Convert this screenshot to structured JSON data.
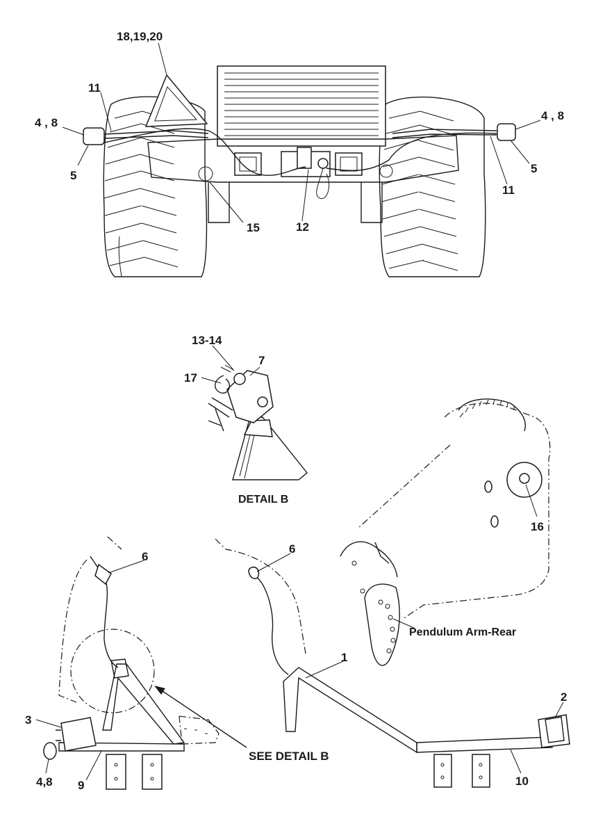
{
  "callouts": {
    "c_18_19_20": "18,19,20",
    "c_11_left": "11",
    "c_4_8_left": "4 , 8",
    "c_5_left": "5",
    "c_15": "15",
    "c_12": "12",
    "c_4_8_right": "4 , 8",
    "c_5_right": "5",
    "c_11_right": "11",
    "c_13_14": "13-14",
    "c_7": "7",
    "c_17": "17",
    "c_16": "16",
    "c_6_left": "6",
    "c_6_right": "6",
    "c_1": "1",
    "c_2": "2",
    "c_3": "3",
    "c_4_8_bottom": "4,8",
    "c_9": "9",
    "c_10": "10"
  },
  "captions": {
    "detail_b": "DETAIL B",
    "see_detail_b": "SEE DETAIL B",
    "pendulum_arm_rear": "Pendulum Arm-Rear"
  }
}
